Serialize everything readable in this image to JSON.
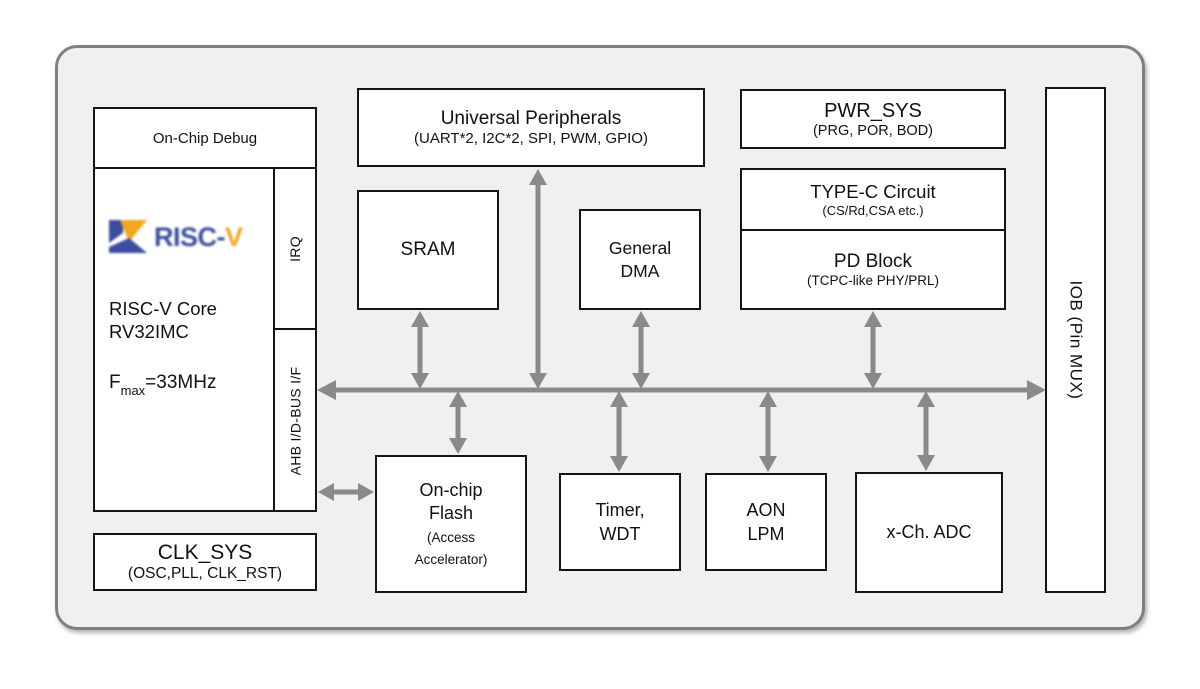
{
  "colors": {
    "chip_background": "#f0f0f0",
    "chip_border": "#808080",
    "box_border": "#141414",
    "arrow_gray": "#8a8a8a",
    "logo_blue": "#3b4da0",
    "logo_yellow": "#f2a71e"
  },
  "blocks": {
    "core": {
      "debug": "On-Chip Debug",
      "logo_blue_text": "RISC-",
      "logo_yellow_text": "V",
      "name_line1": "RISC-V Core",
      "name_line2": "RV32IMC",
      "fmax_f": "F",
      "fmax_sub": "max",
      "fmax_rest": "=33MHz",
      "irq": "IRQ",
      "ahb": "AHB I/D-BUS I/F"
    },
    "clk_sys": {
      "title": "CLK_SYS",
      "subtitle": "(OSC,PLL, CLK_RST)"
    },
    "universal_peripherals": {
      "title": "Universal Peripherals",
      "subtitle": "(UART*2, I2C*2, SPI, PWM, GPIO)"
    },
    "sram": {
      "title": "SRAM"
    },
    "general_dma": {
      "line1": "General",
      "line2": "DMA"
    },
    "pwr_sys": {
      "title": "PWR_SYS",
      "subtitle": "(PRG, POR, BOD)"
    },
    "type_c": {
      "title": "TYPE-C Circuit",
      "subtitle": "(CS/Rd,CSA etc.)"
    },
    "pd_block": {
      "title": "PD Block",
      "subtitle": "(TCPC-like PHY/PRL)"
    },
    "flash": {
      "line1": "On-chip",
      "line2": "Flash",
      "sub1": "(Access",
      "sub2": "Accelerator)"
    },
    "timer_wdt": {
      "line1": "Timer,",
      "line2": "WDT"
    },
    "aon_lpm": {
      "line1": "AON",
      "line2": "LPM"
    },
    "adc": {
      "title": "x-Ch. ADC"
    },
    "iob": {
      "title": "IOB (Pin MUX)"
    }
  }
}
